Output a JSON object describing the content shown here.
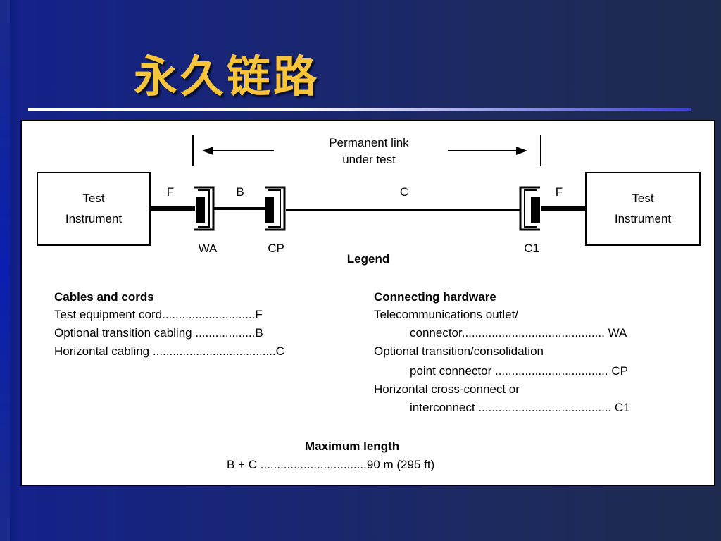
{
  "slide": {
    "title": "永久链路"
  },
  "diagram": {
    "top_label_line1": "Permanent link",
    "top_label_line2": "under test",
    "left_box_line1": "Test",
    "left_box_line2": "Instrument",
    "right_box_line1": "Test",
    "right_box_line2": "Instrument",
    "seg_f_left": "F",
    "seg_b": "B",
    "seg_c": "C",
    "seg_f_right": "F",
    "conn_wa": "WA",
    "conn_cp": "CP",
    "conn_c1": "C1",
    "legend_title": "Legend"
  },
  "legend": {
    "cables_heading": "Cables and cords",
    "cables": [
      {
        "label": "Test equipment cord",
        "dots": "............................",
        "code": "F"
      },
      {
        "label": "Optional transition cabling",
        "dots": "..................",
        "code": "B"
      },
      {
        "label": "Horizontal cabling",
        "dots": ".....................................",
        "code": "C"
      }
    ],
    "hardware_heading": "Connecting hardware",
    "hardware_1_line1": "Telecommunications outlet/",
    "hardware_1_line2": "connector",
    "hardware_1_dots": "...........................................",
    "hardware_1_code": "WA",
    "hardware_2_line1": "Optional transition/consolidation",
    "hardware_2_line2": "point connector",
    "hardware_2_dots": "..................................",
    "hardware_2_code": "CP",
    "hardware_3_line1": "Horizontal cross-connect or",
    "hardware_3_line2": "interconnect",
    "hardware_3_dots": "........................................",
    "hardware_3_code": "C1",
    "max_heading": "Maximum length",
    "max_formula": "B + C",
    "max_dots": "................................",
    "max_value": "90 m (295 ft)"
  }
}
